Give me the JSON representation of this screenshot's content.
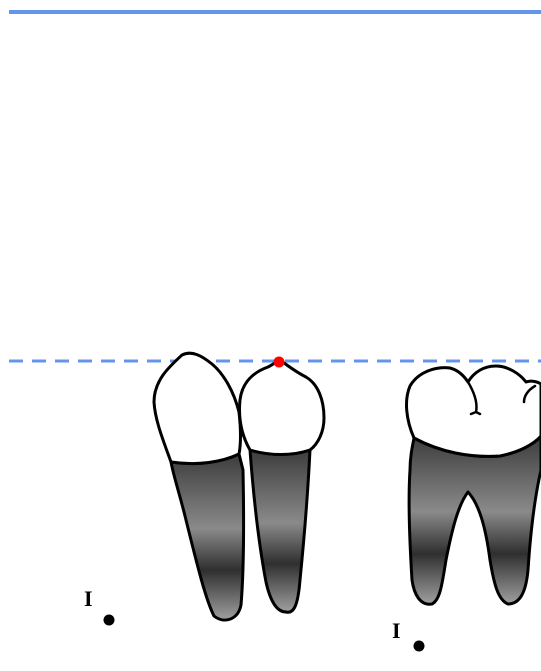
{
  "colors": {
    "background": "#ffffff",
    "reference_line": "#6495ed",
    "outline": "#000000",
    "crown_fill": "#ffffff",
    "root_dark": "#3c3c3c",
    "root_light": "#a0a0a0",
    "contact_point": "#ff0000"
  },
  "lines": {
    "top_reference": {
      "style": "solid"
    },
    "occlusal_reference": {
      "style": "dashed"
    }
  },
  "markers": {
    "left_label": "I",
    "right_label": "I"
  },
  "teeth": [
    {
      "name": "canine",
      "type": "single-root"
    },
    {
      "name": "first-premolar",
      "type": "single-root",
      "cusp_marker": "contact_point"
    },
    {
      "name": "first-molar",
      "type": "two-root"
    }
  ]
}
